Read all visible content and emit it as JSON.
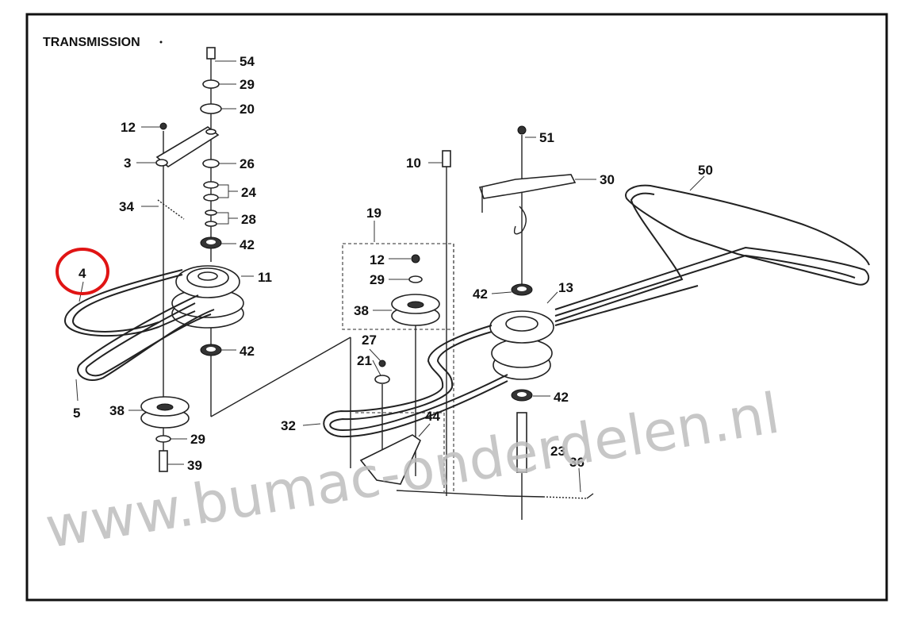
{
  "title": "TRANSMISSION",
  "watermark": "www.bumac-onderdelen.nl",
  "highlight_color": "#e01414",
  "labels": {
    "p54": "54",
    "p29a": "29",
    "p20": "20",
    "p12a": "12",
    "p3": "3",
    "p26": "26",
    "p24": "24",
    "p34": "34",
    "p28": "28",
    "p42a": "42",
    "p4": "4",
    "p11": "11",
    "p42b": "42",
    "p5": "5",
    "p38a": "38",
    "p29b": "29",
    "p39": "39",
    "p10": "10",
    "p19": "19",
    "p12b": "12",
    "p29c": "29",
    "p38b": "38",
    "p27": "27",
    "p21": "21",
    "p44": "44",
    "p32": "32",
    "p51": "51",
    "p30": "30",
    "p50": "50",
    "p42c": "42",
    "p13": "13",
    "p42d": "42",
    "p23": "23",
    "p36": "36"
  }
}
